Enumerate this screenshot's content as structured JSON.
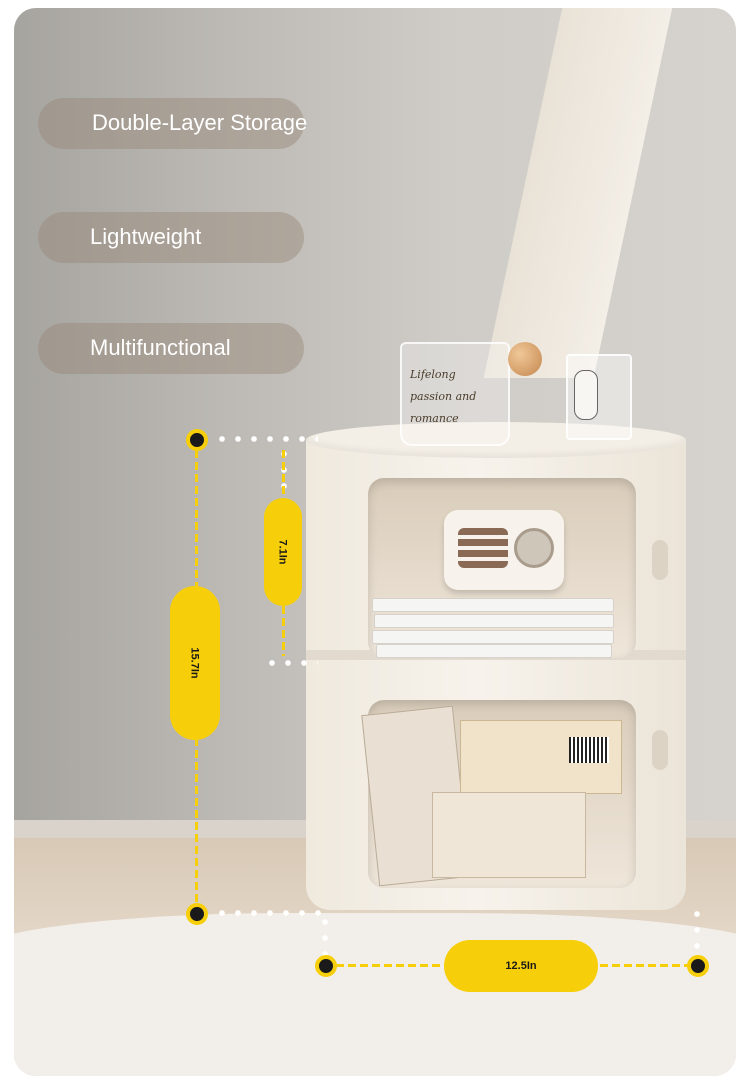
{
  "features": [
    {
      "label": "Double-Layer Storage"
    },
    {
      "label": "Lightweight"
    },
    {
      "label": "Multifunctional"
    }
  ],
  "dimensions": {
    "total_height": "15.7In",
    "layer_height": "7.1In",
    "diameter": "12.5In"
  },
  "props": {
    "mug_text": [
      "Lifelong",
      "passion and",
      "romance"
    ]
  },
  "colors": {
    "accent_yellow": "#f6cf0a",
    "pill_bg": "rgba(150,135,120,0.45)",
    "cabinet_cream": "#f4efe6"
  }
}
